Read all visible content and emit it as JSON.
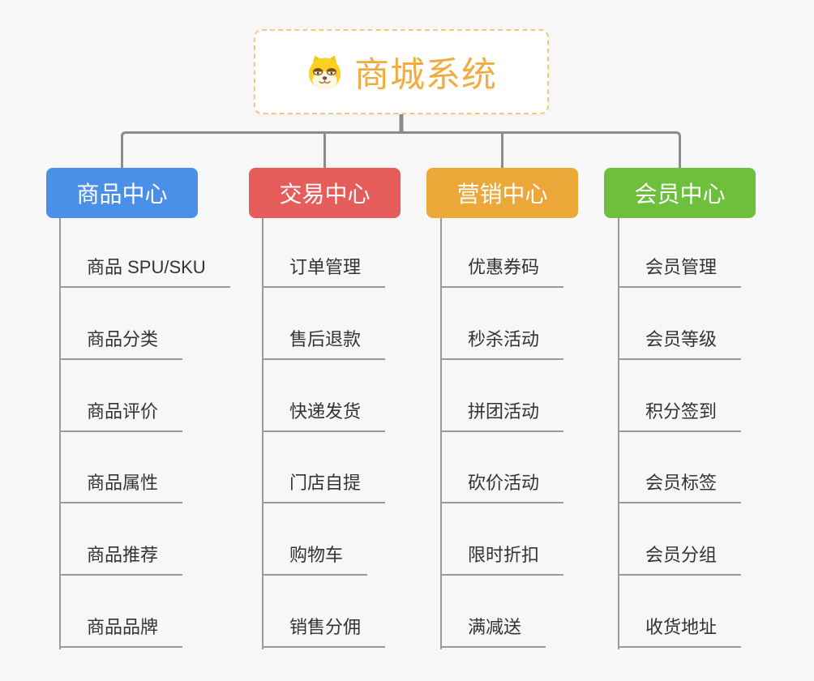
{
  "root": {
    "title": "商城系统",
    "icon": "doge-icon",
    "accent_color": "#F0AC3E",
    "border_color": "#F5C87E"
  },
  "branches": [
    {
      "label": "商品中心",
      "color": "#4B90E8",
      "leaves": [
        "商品 SPU/SKU",
        "商品分类",
        "商品评价",
        "商品属性",
        "商品推荐",
        "商品品牌"
      ]
    },
    {
      "label": "交易中心",
      "color": "#E65C5B",
      "leaves": [
        "订单管理",
        "售后退款",
        "快递发货",
        "门店自提",
        "购物车",
        "销售分佣"
      ]
    },
    {
      "label": "营销中心",
      "color": "#EBA838",
      "leaves": [
        "优惠券码",
        "秒杀活动",
        "拼团活动",
        "砍价活动",
        "限时折扣",
        "满减送"
      ]
    },
    {
      "label": "会员中心",
      "color": "#6EC03C",
      "leaves": [
        "会员管理",
        "会员等级",
        "积分签到",
        "会员标签",
        "会员分组",
        "收货地址"
      ]
    }
  ],
  "style": {
    "background_color": "#F7F7F7",
    "connector_color": "#8C8C8C",
    "leaf_line_color": "#9A9A9A",
    "leaf_text_color": "#333333"
  }
}
